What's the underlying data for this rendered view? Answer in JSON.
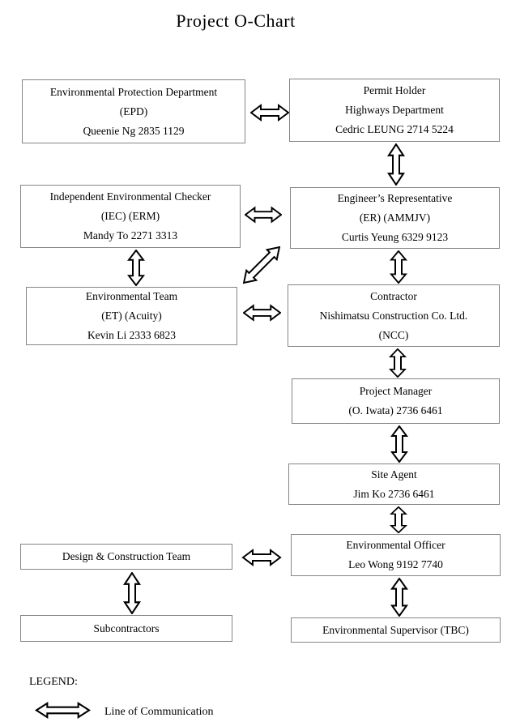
{
  "title": "Project O-Chart",
  "colors": {
    "background": "#ffffff",
    "box_border": "#858585",
    "text": "#000000",
    "arrow_outline": "#000000",
    "arrow_fill": "#ffffff"
  },
  "boxes": {
    "epd": {
      "lines": [
        "Environmental Protection Department",
        "(EPD)",
        "Queenie Ng 2835 1129"
      ]
    },
    "permit_holder": {
      "lines": [
        "Permit Holder",
        "Highways Department",
        "Cedric LEUNG 2714 5224"
      ]
    },
    "iec": {
      "lines": [
        "Independent Environmental Checker",
        "(IEC) (ERM)",
        "Mandy To 2271 3313"
      ]
    },
    "er": {
      "lines": [
        "Engineer’s Representative",
        "(ER) (AMMJV)",
        "Curtis Yeung 6329 9123"
      ]
    },
    "et": {
      "lines": [
        "Environmental Team",
        "(ET) (Acuity)",
        "Kevin Li 2333 6823"
      ]
    },
    "contractor": {
      "lines": [
        "Contractor",
        "Nishimatsu Construction Co. Ltd.",
        "(NCC)"
      ]
    },
    "project_manager": {
      "lines": [
        "Project Manager",
        "(O. Iwata) 2736 6461"
      ]
    },
    "site_agent": {
      "lines": [
        "Site Agent",
        "Jim Ko 2736 6461"
      ]
    },
    "design_construction": {
      "lines": [
        "Design & Construction Team"
      ]
    },
    "environmental_officer": {
      "lines": [
        "Environmental Officer",
        "Leo Wong 9192 7740"
      ]
    },
    "subcontractors": {
      "lines": [
        "Subcontractors"
      ]
    },
    "environmental_supervisor": {
      "lines": [
        "Environmental Supervisor (TBC)"
      ]
    }
  },
  "connections": [
    {
      "from": "Environmental Protection Department (EPD)",
      "to": "Permit Holder",
      "direction": "horizontal"
    },
    {
      "from": "Permit Holder",
      "to": "Engineer's Representative",
      "direction": "vertical"
    },
    {
      "from": "Independent Environmental Checker (IEC)",
      "to": "Engineer's Representative",
      "direction": "horizontal"
    },
    {
      "from": "Independent Environmental Checker (IEC)",
      "to": "Environmental Team",
      "direction": "vertical"
    },
    {
      "from": "Engineer's Representative",
      "to": "Environmental Team",
      "direction": "diagonal"
    },
    {
      "from": "Engineer's Representative",
      "to": "Contractor",
      "direction": "vertical"
    },
    {
      "from": "Environmental Team",
      "to": "Contractor",
      "direction": "horizontal"
    },
    {
      "from": "Contractor",
      "to": "Project Manager",
      "direction": "vertical"
    },
    {
      "from": "Project Manager",
      "to": "Site Agent",
      "direction": "vertical"
    },
    {
      "from": "Site Agent",
      "to": "Environmental Officer",
      "direction": "vertical"
    },
    {
      "from": "Design & Construction Team",
      "to": "Environmental Officer",
      "direction": "horizontal"
    },
    {
      "from": "Design & Construction Team",
      "to": "Subcontractors",
      "direction": "vertical"
    },
    {
      "from": "Environmental Officer",
      "to": "Environmental Supervisor (TBC)",
      "direction": "vertical"
    }
  ],
  "legend": {
    "label": "LEGEND:",
    "symbol": "double-headed-arrow",
    "meaning": "Line of Communication"
  }
}
